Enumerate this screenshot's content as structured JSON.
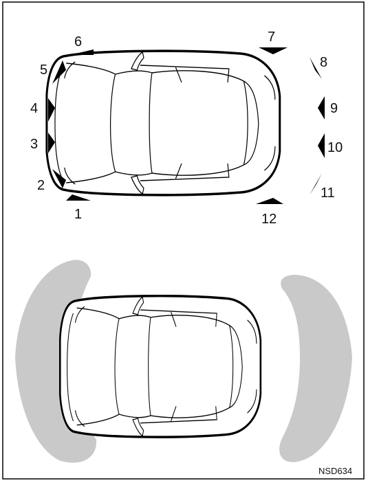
{
  "sensors": [
    {
      "id": "sensor-1",
      "label": "1"
    },
    {
      "id": "sensor-2",
      "label": "2"
    },
    {
      "id": "sensor-3",
      "label": "3"
    },
    {
      "id": "sensor-4",
      "label": "4"
    },
    {
      "id": "sensor-5",
      "label": "5"
    },
    {
      "id": "sensor-6",
      "label": "6"
    },
    {
      "id": "sensor-7",
      "label": "7"
    },
    {
      "id": "sensor-8",
      "label": "8"
    },
    {
      "id": "sensor-9",
      "label": "9"
    },
    {
      "id": "sensor-10",
      "label": "10"
    },
    {
      "id": "sensor-11",
      "label": "11"
    },
    {
      "id": "sensor-12",
      "label": "12"
    }
  ],
  "figure_id": "NSD634",
  "colors": {
    "frame": "#000000",
    "detection_zone": "#c9c9c9",
    "sensor_marker": "#000000"
  }
}
